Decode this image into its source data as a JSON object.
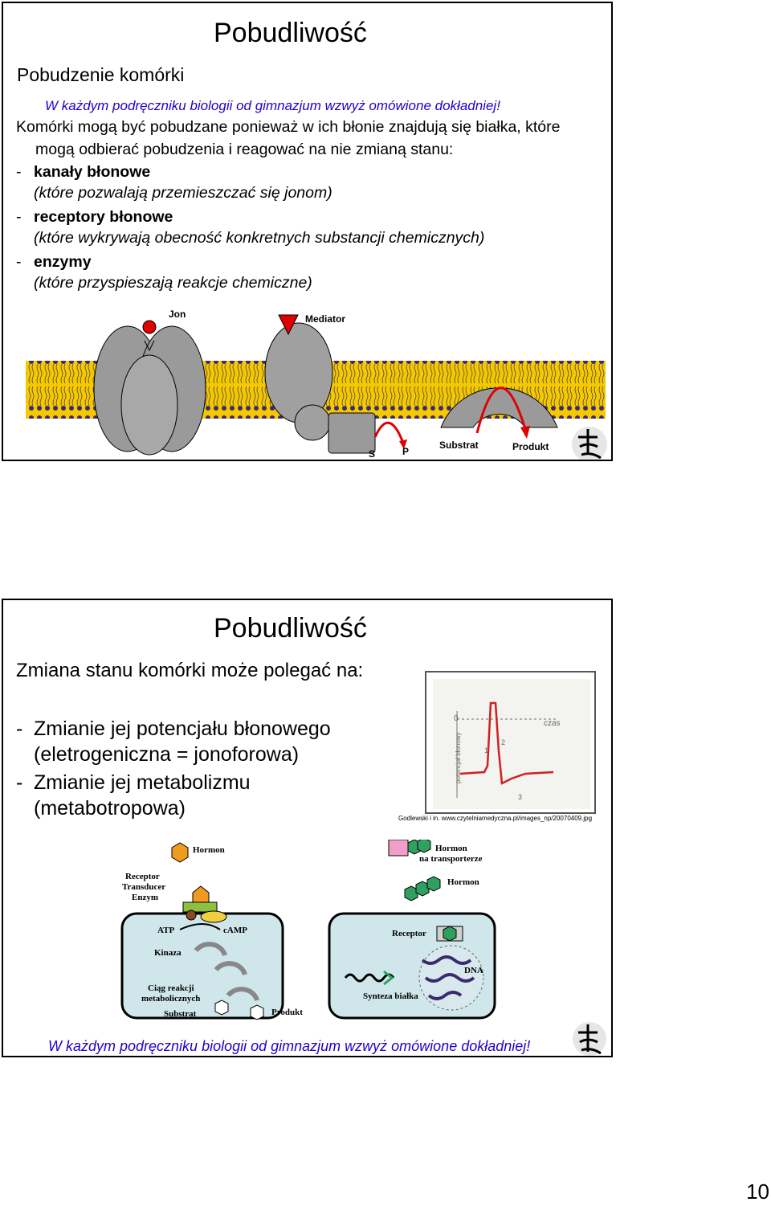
{
  "slide1": {
    "title": "Pobudliwość",
    "subtitle": "Pobudzenie komórki",
    "note": "W każdym podręczniku biologii od gimnazjum wzwyż omówione dokładniej!",
    "intro_line1": "Komórki mogą być pobudzane ponieważ w ich błonie znajdują się białka, które",
    "intro_line2": "mogą odbierać pobudzenia i reagować na nie zmianą stanu:",
    "items": [
      {
        "dash": "-",
        "name": "kanały błonowe",
        "desc": "(które pozwalają przemieszczać się jonom)"
      },
      {
        "dash": "-",
        "name": "receptory błonowe",
        "desc": "(które wykrywają obecność konkretnych substancji chemicznych)"
      },
      {
        "dash": "-",
        "name": "enzymy",
        "desc": "(które przyspieszają reakcje chemiczne)"
      }
    ],
    "diagram_labels": {
      "ion": "Jon",
      "mediator": "Mediator",
      "s": "S",
      "p": "P",
      "substrate": "Substrat",
      "product": "Produkt"
    },
    "colors": {
      "membrane": "#f5c800",
      "protein": "#9a9a9a",
      "arrow": "#e00000",
      "note": "#1f00cc"
    }
  },
  "slide2": {
    "title": "Pobudliwość",
    "subtitle": "Zmiana stanu komórki może polegać na:",
    "points": [
      {
        "dash": "-",
        "line1": "Zmianie jej potencjału błonowego",
        "line2": "(eletrogeniczna = jonoforowa)"
      },
      {
        "dash": "-",
        "line1": "Zmianie jej metabolizmu",
        "line2": "(metabotropowa)"
      }
    ],
    "graph": {
      "label_zero": "0",
      "label_time": "czas",
      "ylabel": "potencjał błonowy",
      "phases": [
        "1",
        "2",
        "3"
      ],
      "credit": "Godlewski i in. www.czytelniamedyczna.pl/images_np/20070409.jpg"
    },
    "left_cell": {
      "hormone": "Hormon",
      "receptor_stack": [
        "Receptor",
        "Transducer",
        "Enzym"
      ],
      "atp": "ATP",
      "camp": "cAMP",
      "kinase": "Kinaza",
      "chain": [
        "Ciąg reakcji",
        "metabolicznych"
      ],
      "substrate": "Substrat",
      "product": "Produkt"
    },
    "right_cell": {
      "hormone_transport": [
        "Hormon",
        "na transporterze"
      ],
      "hormone": "Hormon",
      "receptor": "Receptor",
      "dna": "DNA",
      "synthesis": "Synteza białka"
    },
    "note": "W każdym podręczniku biologii od gimnazjum wzwyż omówione dokładniej!"
  },
  "page_number": "10"
}
